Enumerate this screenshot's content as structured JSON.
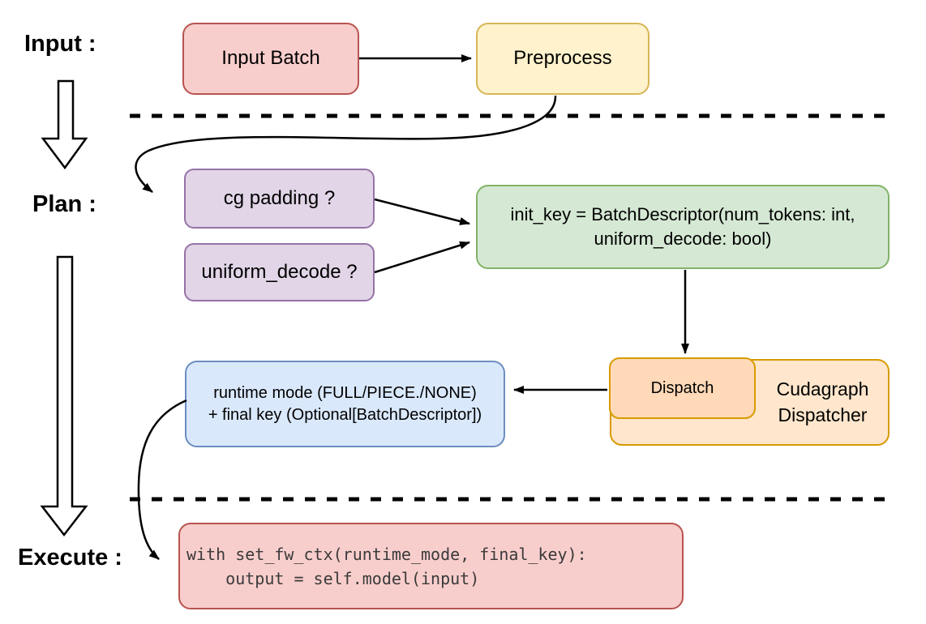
{
  "title": "Cudagraph dispatch flow diagram",
  "phases": {
    "input_label": "Input :",
    "plan_label": "Plan :",
    "execute_label": "Execute :"
  },
  "nodes": {
    "input_batch": {
      "label": "Input Batch"
    },
    "preprocess": {
      "label": "Preprocess"
    },
    "cg_padding": {
      "label": "cg padding ?"
    },
    "uniform_decode": {
      "label": "uniform_decode ?"
    },
    "init_key": {
      "line1": "init_key = BatchDescriptor(num_tokens: int,",
      "line2": "uniform_decode: bool)"
    },
    "runtime_mode": {
      "line1": "runtime mode (FULL/PIECE./NONE)",
      "line2": "+ final key (Optional[BatchDescriptor])"
    },
    "dispatch": {
      "label": "Dispatch"
    },
    "cudagraph_dispatcher": {
      "line1": "Cudagraph",
      "line2": "Dispatcher"
    },
    "execute_code": {
      "line1": "with set_fw_ctx(runtime_mode, final_key):",
      "line2": "    output = self.model(input)"
    }
  },
  "colors": {
    "red_fill": "#f8cecc",
    "red_stroke": "#b85450",
    "yellow_fill": "#fff2cc",
    "yellow_stroke": "#d6b656",
    "purple_fill": "#e1d5e7",
    "purple_stroke": "#9673a6",
    "green_fill": "#d5e8d4",
    "green_stroke": "#82b366",
    "blue_fill": "#dae8fc",
    "blue_stroke": "#6c8ebf",
    "orange_fill": "#ffe6cc",
    "orange_inner_fill": "#ffd9b8",
    "orange_stroke": "#d79b00",
    "connector": "#000000",
    "background": "#ffffff"
  }
}
